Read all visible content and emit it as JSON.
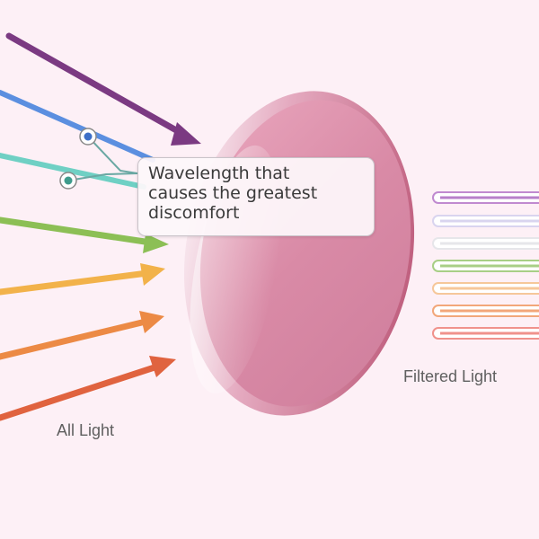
{
  "callout": {
    "lines": [
      "Wavelength that",
      "causes the greatest",
      "discomfort"
    ]
  },
  "labels": {
    "all_light": "All Light",
    "filtered_light": "Filtered Light"
  },
  "colors": {
    "background": "#fdf0f6",
    "lens_face": "#d98aa6",
    "lens_rim": "#c0607f",
    "incoming_rays": [
      "#7b3a82",
      "#5b8fe0",
      "#6fd0c4",
      "#8cbf55",
      "#f2b24a",
      "#ec8a45",
      "#e0633f"
    ],
    "filtered_rays": [
      "#c08ad0",
      "#d9d4ef",
      "#e6e6ea",
      "#a8cf86",
      "#f6c79a",
      "#f2a77a",
      "#f0928c"
    ]
  }
}
